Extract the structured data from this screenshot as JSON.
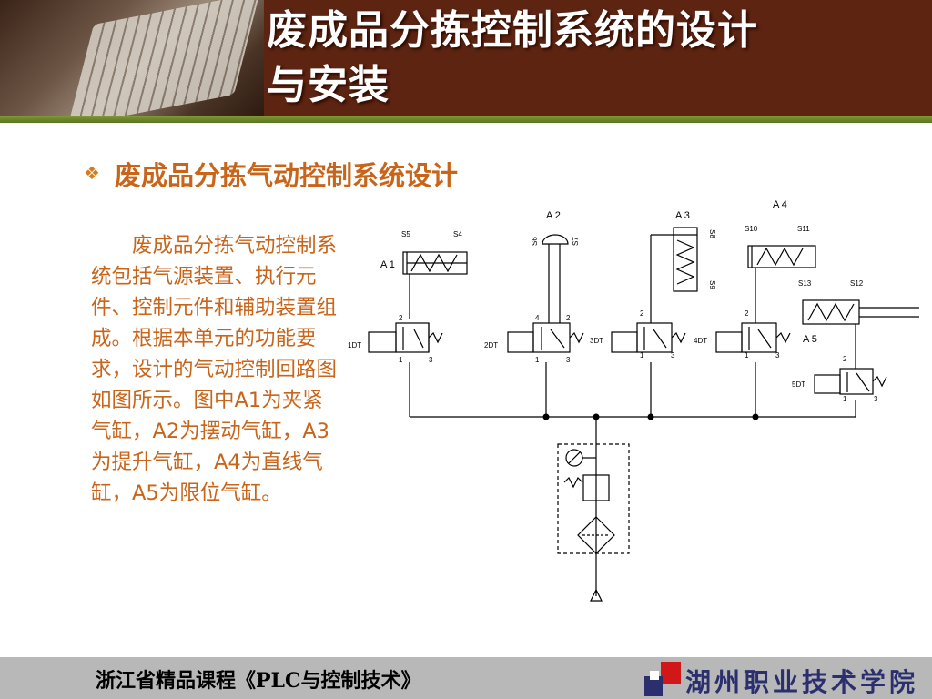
{
  "header": {
    "title_line1": "废成品分拣控制系统的设计",
    "title_line2": "与安装"
  },
  "section": {
    "bullet": "❖",
    "subtitle": "废成品分拣气动控制系统设计"
  },
  "description": "　　废成品分拣气动控制系统包括气源装置、执行元件、控制元件和辅助装置组成。根据本单元的功能要求，设计的气动控制回路图如图所示。图中A1为夹紧气缸，A2为摆动气缸，A3为提升气缸，A4为直线气缸，A5为限位气缸。",
  "diagram": {
    "cylinders": {
      "a1": "A 1",
      "a2": "A 2",
      "a3": "A 3",
      "a4": "A 4",
      "a5": "A 5"
    },
    "sensors": {
      "s4": "S4",
      "s5": "S5",
      "s6": "S6",
      "s7": "S7",
      "s8": "S8",
      "s9": "S9",
      "s10": "S10",
      "s11": "S11",
      "s12": "S12",
      "s13": "S13"
    },
    "solenoids": {
      "dt1": "1DT",
      "dt2": "2DT",
      "dt3": "3DT",
      "dt4": "4DT",
      "dt5": "5DT"
    },
    "ports": {
      "p1": "1",
      "p2": "2",
      "p3": "3",
      "p4": "4"
    }
  },
  "footer": {
    "course": "浙江省精品课程《PLC与控制技术》",
    "school": "湖州职业技术学院"
  },
  "colors": {
    "header_bg": "#5e2412",
    "accent_bar": "#6f8a2b",
    "text_orange": "#c8651a",
    "footer_bg": "#b9b8b8",
    "logo_blue": "#2b2f6e",
    "logo_red": "#d01818"
  }
}
